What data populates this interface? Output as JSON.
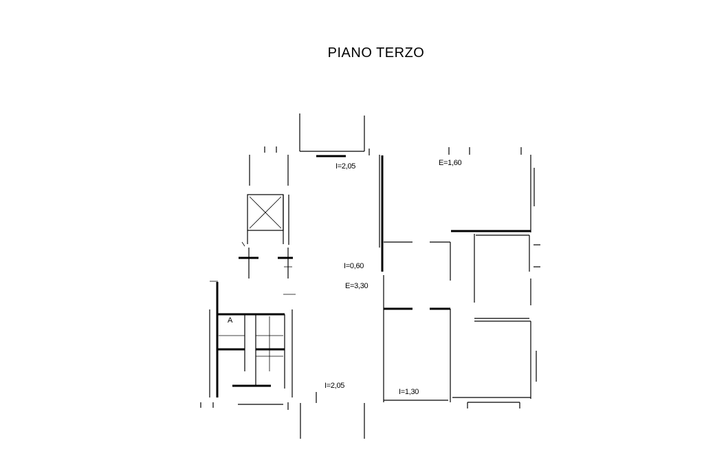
{
  "title": "PIANO TERZO",
  "heights": {
    "h_top_left": "I=2,05",
    "h_top_right": "E=1,60",
    "h_center_1": "I=0,60",
    "h_center_2": "E=3,30",
    "h_bottom_left": "I=2,05",
    "h_bottom_right": "I=1,30"
  },
  "stair_mark": "A"
}
